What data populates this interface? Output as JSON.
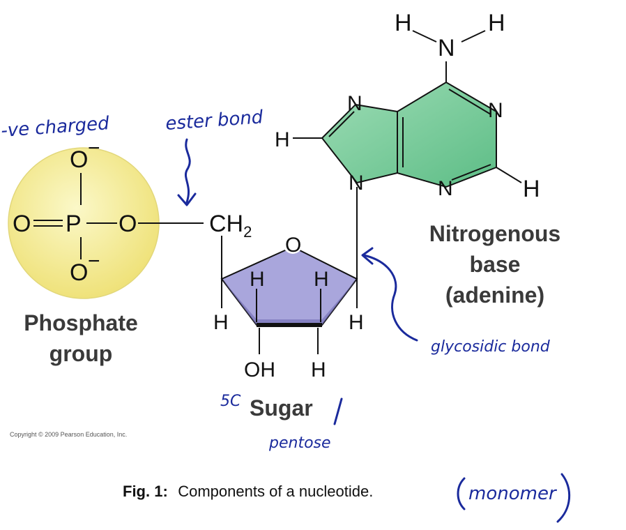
{
  "atoms": {
    "phosphate": {
      "o_top": "O",
      "o_top_charge": "−",
      "o_left": "O",
      "p": "P",
      "o_right": "O",
      "o_bottom": "O",
      "o_bottom_charge": "−"
    },
    "sugar": {
      "ch2": "CH",
      "ch2_sub": "2",
      "ring_o": "O",
      "h1": "H",
      "h2": "H",
      "h3": "H",
      "h4": "H",
      "oh": "OH",
      "h5": "H"
    },
    "base": {
      "h_top_left": "H",
      "h_top_right": "H",
      "n_amine": "N",
      "n1": "N",
      "n2": "N",
      "h_left": "H",
      "n3": "N",
      "n4": "N",
      "h_right": "H"
    }
  },
  "labels": {
    "phosphate_line1": "Phosphate",
    "phosphate_line2": "group",
    "sugar": "Sugar",
    "base_line1": "Nitrogenous",
    "base_line2": "base",
    "base_line3": "(adenine)"
  },
  "annotations": {
    "charged": "-ve charged",
    "ester": "ester bond",
    "glycosidic": "glycosidic bond",
    "five_c": "5C",
    "pentose": "pentose",
    "monomer": "monomer"
  },
  "copyright": "Copyright © 2009 Pearson Education, Inc.",
  "caption": {
    "label": "Fig. 1:",
    "text": "Components of a nucleotide."
  },
  "colors": {
    "phosphate_fill": "#f6ef9c",
    "sugar_fill": "#a9a6dc",
    "base_fill": "#7fcf9e",
    "ink": "#1a2a9c"
  }
}
